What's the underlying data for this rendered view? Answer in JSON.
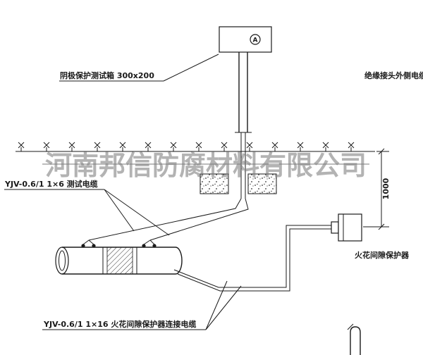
{
  "watermark": {
    "text": "河南邦信防腐材料有限公司"
  },
  "labels": {
    "test_box": "阴极保护测试箱 300x200",
    "insulated_joint_cable": "绝缘接头外侧电缆",
    "test_cable": "YJV-0.6/1 1×6  测试电缆",
    "spark_gap_protector": "火花间隙保护器",
    "protector_cable": "YJV-0.6/1 1×16  火花间隙保护器连接电缆"
  },
  "dimension": {
    "depth": "1000"
  },
  "meter": {
    "label": "A"
  },
  "colors": {
    "line": "#1a1a1a",
    "watermark": "#7d7d7d"
  }
}
